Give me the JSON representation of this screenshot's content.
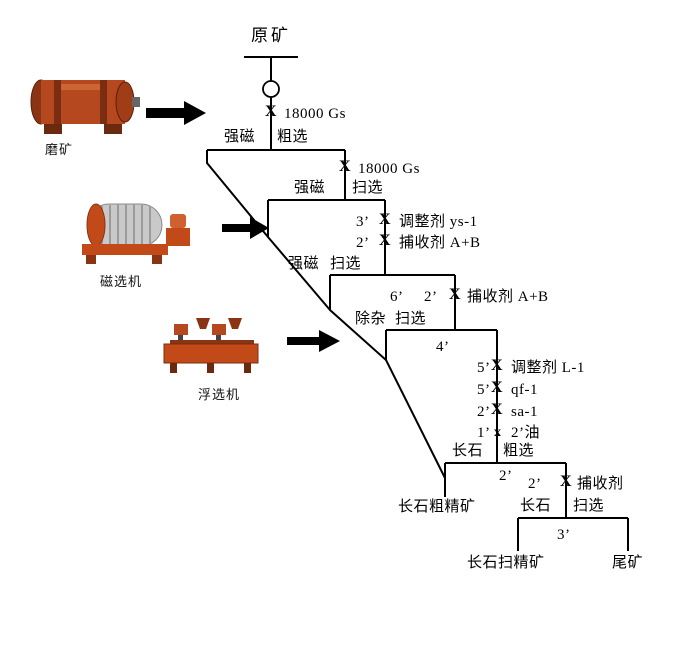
{
  "colors": {
    "line": "#000000",
    "machinery_accent": "#c24a18"
  },
  "equipment": {
    "ball_mill": {
      "label": "磨矿"
    },
    "magnetic_separator": {
      "label": "磁选机"
    },
    "flotation_machine": {
      "label": "浮选机"
    }
  },
  "flowsheet": {
    "raw_ore": "原矿",
    "x_mark": "X",
    "x_mark_small": "x",
    "field_strength_1": "18000 Gs",
    "field_strength_2": "18000 Gs",
    "stages": {
      "mag_rougher": {
        "a": "强磁",
        "b": "粗选"
      },
      "mag_scav1": {
        "a": "强磁",
        "b": "扫选"
      },
      "mag_scav2": {
        "a": "强磁",
        "b": "扫选"
      },
      "impurity_scav": {
        "a": "除杂",
        "b": "扫选"
      },
      "feldspar_rougher": {
        "a": "长石",
        "b": "粗选"
      },
      "feldspar_scav": {
        "a": "长石",
        "b": "扫选"
      }
    },
    "reagents": {
      "ys1": {
        "time": "3’",
        "name": "调整剂 ys-1"
      },
      "ab1": {
        "time": "2’",
        "name": "捕收剂 A+B"
      },
      "ab2": {
        "time1": "6’",
        "time2": "2’",
        "name": "捕收剂 A+B"
      },
      "l1": {
        "time": "5’",
        "name": "调整剂 L-1"
      },
      "qf1": {
        "time": "5’",
        "name": "qf-1"
      },
      "sa1": {
        "time": "2’",
        "name": "sa-1"
      },
      "oil": {
        "time": "1’",
        "name": "2’油"
      },
      "col": {
        "time": "2’",
        "name": "捕收剂"
      }
    },
    "times": {
      "impurity_scav": "4’",
      "feldspar_rougher": "2’",
      "feldspar_scav": "3’"
    },
    "products": {
      "coarse_concentrate": "长石粗精矿",
      "scav_concentrate": "长石扫精矿",
      "tailings": "尾矿"
    }
  }
}
